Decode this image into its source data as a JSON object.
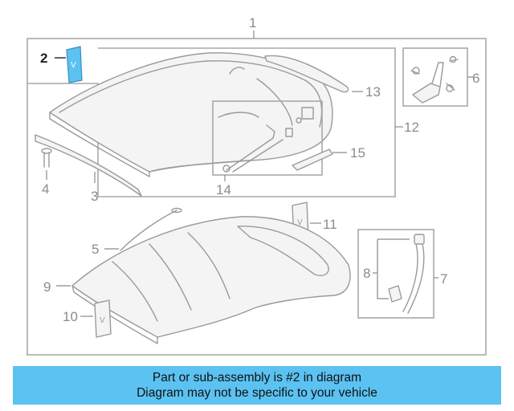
{
  "diagram": {
    "callouts": {
      "c1": "1",
      "c2": "2",
      "c3": "3",
      "c4": "4",
      "c5": "5",
      "c6": "6",
      "c7": "7",
      "c8": "8",
      "c9": "9",
      "c10": "10",
      "c11": "11",
      "c12": "12",
      "c13": "13",
      "c14": "14",
      "c15": "15"
    },
    "highlighted_part": "2",
    "highlight_color": "#5bc2f2",
    "stroke_color": "#9a9a9a"
  },
  "banner": {
    "line1": "Part or sub-assembly is #2 in diagram",
    "line2": "Diagram may not be specific to your vehicle",
    "background": "#5bc2f2"
  }
}
